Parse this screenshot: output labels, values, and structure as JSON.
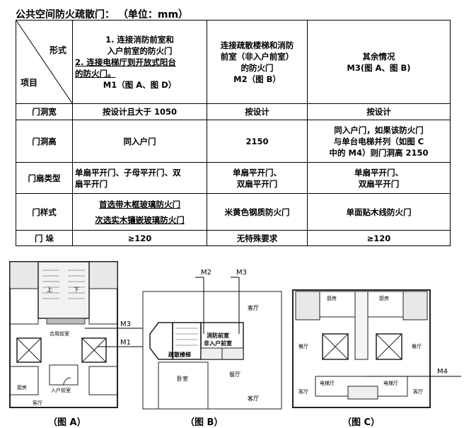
{
  "title": "公共空间防火疏散门：  （单位：mm）",
  "table": {
    "header": {
      "form_label": "形式",
      "item_label": "项目",
      "m1": [
        "1. 连接消防前室和",
        "入户前室的防火门",
        "2. 连接电梯厅到开放式阳台",
        "的防火门。",
        "M1（图 A、图 D）"
      ],
      "m2": [
        "连接疏散楼梯和消防",
        "前室（非入户前室）",
        "的防火门",
        "M2（图 B）"
      ],
      "m3": [
        "其余情况",
        "M3(图 A、图 B)"
      ]
    },
    "rows": [
      {
        "label": "门洞宽",
        "m1": [
          "按设计且大于 1050"
        ],
        "m2": [
          "按设计"
        ],
        "m3": [
          "按设计"
        ]
      },
      {
        "label": "门洞高",
        "m1": [
          "同入户门"
        ],
        "m2": [
          "2150"
        ],
        "m3": [
          "同入户门，如果该防火门",
          "与单台电梯并列（如图 C",
          "中的 M4）则门洞高 2150"
        ]
      },
      {
        "label": "门扇类型",
        "m1": [
          "单扇平开门、子母平开门、双",
          "扇平开门"
        ],
        "m2": [
          "单扇平开门、",
          "双扇平开门"
        ],
        "m3": [
          "单扇平开门、",
          "双扇平开门"
        ]
      },
      {
        "label": "门样式",
        "m1": [
          "首选带木框玻璃防火门",
          "次选实木镶嵌玻璃防火门"
        ],
        "m2": [
          "米黄色钢质防火门"
        ],
        "m3": [
          "单面贴木线防火门"
        ]
      },
      {
        "label": "门 垛",
        "m1": [
          "≥120"
        ],
        "m2": [
          "无特殊要求"
        ],
        "m3": [
          "≥120"
        ]
      }
    ]
  },
  "figures": {
    "a": {
      "caption": "（图 A）",
      "labels": {
        "m3": "M3",
        "m1": "M1",
        "hall": "合用前室",
        "entry": "入户前室",
        "kitchen": "厨房",
        "living": "客厅",
        "up": "上",
        "down": "下"
      }
    },
    "b": {
      "caption": "（图 B）",
      "labels": {
        "m2": "M2",
        "m3": "M3",
        "stair": "疏散楼梯",
        "fire_room_1": "消防前室",
        "fire_room_2": "非入户前室",
        "bedroom": "卧室",
        "dining": "餐厅",
        "living": "客厅"
      }
    },
    "c": {
      "caption": "（图 C）",
      "labels": {
        "m4": "M4",
        "kitchen": "厨房",
        "dining": "餐厅",
        "elevator_hall": "电梯厅",
        "living": "客厅"
      }
    }
  }
}
